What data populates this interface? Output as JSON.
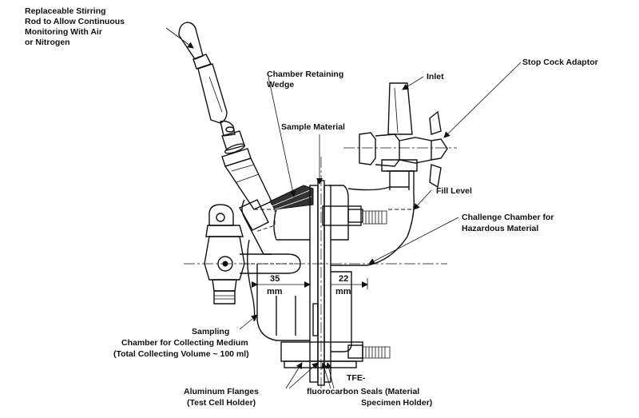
{
  "colors": {
    "ink": "#111111",
    "paper": "#ffffff"
  },
  "labels": {
    "stirring_rod": [
      "Replaceable Stirring",
      "Rod to Allow Continuous",
      "Monitoring With Air",
      "or Nitrogen"
    ],
    "retaining_wedge": [
      "Chamber Retaining",
      "Wedge"
    ],
    "sample_material": "Sample Material",
    "inlet": "Inlet",
    "stop_cock": "Stop Cock Adaptor",
    "fill_level": "Fill Level",
    "challenge_chamber": [
      "Challenge Chamber for",
      "Hazardous Material"
    ],
    "sampling": "Sampling",
    "collecting_chamber": [
      "Chamber for Collecting Medium",
      "(Total Collecting Volume ~ 100 ml)"
    ],
    "aluminum_flanges": [
      "Aluminum Flanges",
      "(Test Cell Holder)"
    ],
    "tfe_seals": [
      "TFE-",
      "fluorocarbon Seals (Material",
      "Specimen Holder)"
    ]
  },
  "dimensions": {
    "left": {
      "value": "35",
      "unit": "mm"
    },
    "right": {
      "value": "22",
      "unit": "mm"
    }
  }
}
